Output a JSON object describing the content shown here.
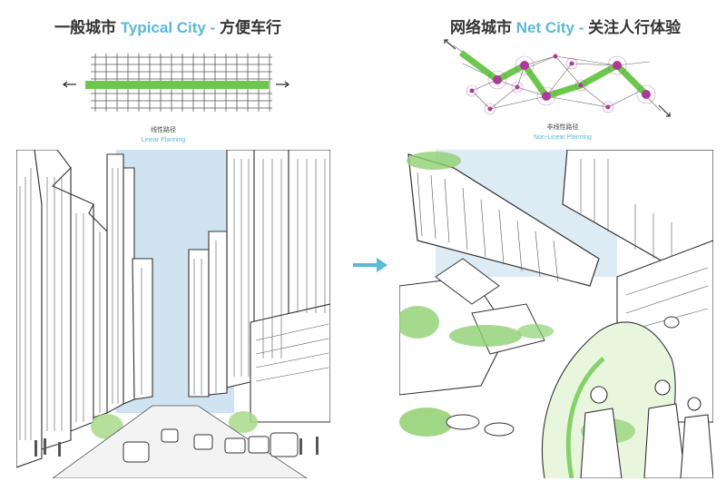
{
  "left": {
    "title_zh": "一般城市",
    "title_en": "Typical City",
    "title_dash": "-",
    "title_sub": "方便车行",
    "caption_zh": "线性路径",
    "caption_en": "Linear Planning"
  },
  "right": {
    "title_zh": "网络城市",
    "title_en": "Net City",
    "title_dash": "-",
    "title_sub": "关注人行体验",
    "caption_zh": "非线性路径",
    "caption_en": "Non-Linear Planning"
  },
  "colors": {
    "accent_blue": "#5ab8d8",
    "green_path": "#6cc84c",
    "node_magenta": "#b0389a",
    "sky_blue": "#cfe3f1"
  }
}
